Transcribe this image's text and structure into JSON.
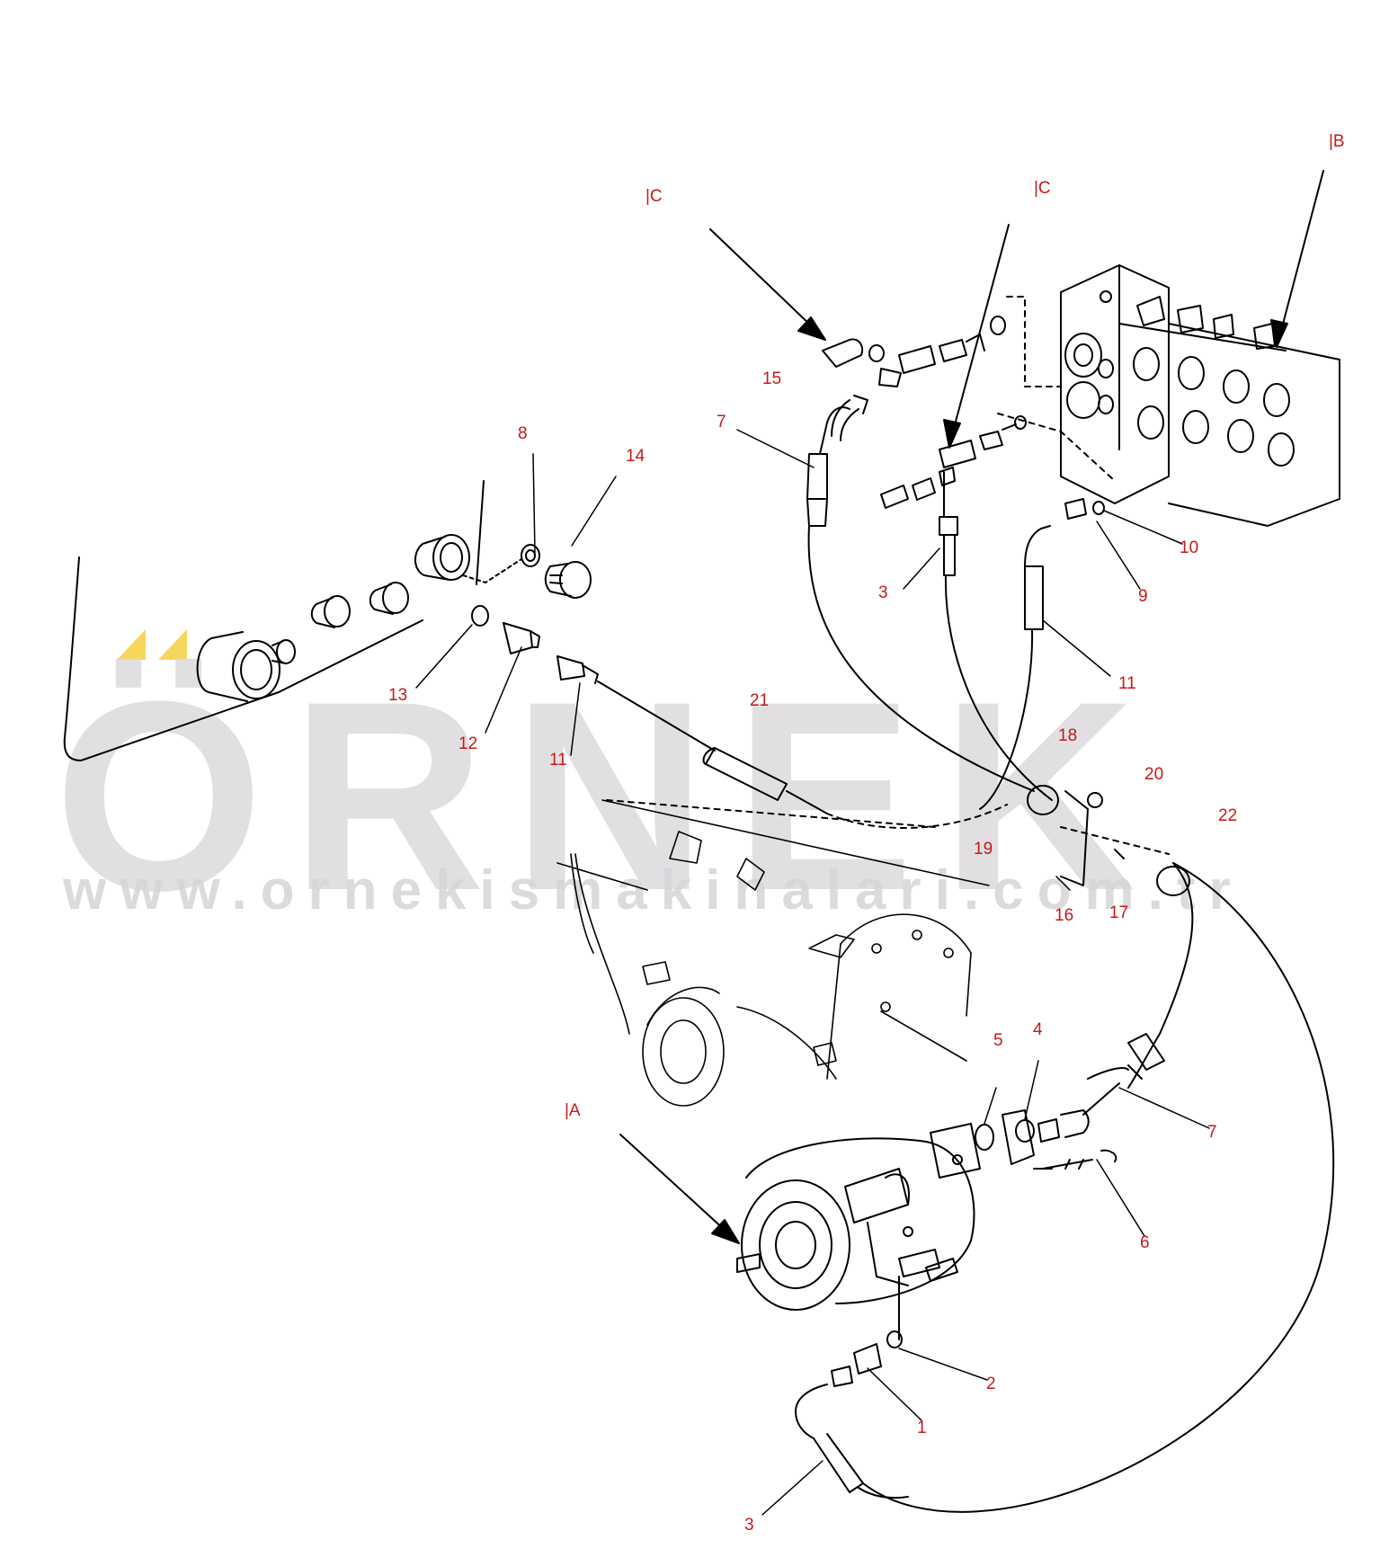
{
  "watermark": {
    "brand": "ÖRNEK",
    "url": "www.ornekismakinalari.com.tr",
    "accent_color": "#f7d65c"
  },
  "diagram": {
    "label_color": "#c41a1a",
    "callouts": [
      "|B",
      "|C",
      "|C",
      "|A",
      "15",
      "7",
      "8",
      "14",
      "3",
      "10",
      "9",
      "11",
      "13",
      "12",
      "11",
      "21",
      "18",
      "20",
      "22",
      "19",
      "16",
      "17",
      "5",
      "4",
      "7",
      "6",
      "2",
      "1",
      "3"
    ]
  }
}
